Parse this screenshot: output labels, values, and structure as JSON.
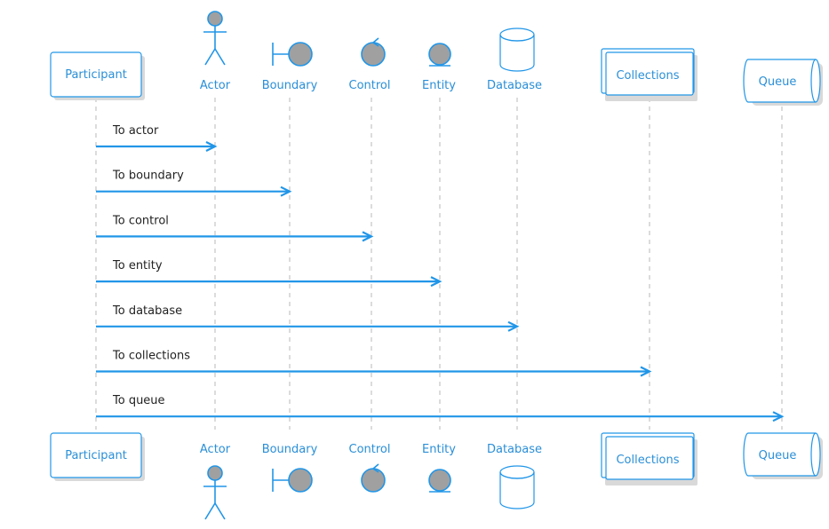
{
  "participants": [
    {
      "id": "participant",
      "label": "Participant",
      "kind": "participant"
    },
    {
      "id": "actor",
      "label": "Actor",
      "kind": "actor"
    },
    {
      "id": "boundary",
      "label": "Boundary",
      "kind": "boundary"
    },
    {
      "id": "control",
      "label": "Control",
      "kind": "control"
    },
    {
      "id": "entity",
      "label": "Entity",
      "kind": "entity"
    },
    {
      "id": "database",
      "label": "Database",
      "kind": "database"
    },
    {
      "id": "collections",
      "label": "Collections",
      "kind": "collections"
    },
    {
      "id": "queue",
      "label": "Queue",
      "kind": "queue"
    }
  ],
  "messages": [
    {
      "from": "participant",
      "to": "actor",
      "label": "To actor"
    },
    {
      "from": "participant",
      "to": "boundary",
      "label": "To boundary"
    },
    {
      "from": "participant",
      "to": "control",
      "label": "To control"
    },
    {
      "from": "participant",
      "to": "entity",
      "label": "To entity"
    },
    {
      "from": "participant",
      "to": "database",
      "label": "To database"
    },
    {
      "from": "participant",
      "to": "collections",
      "label": "To collections"
    },
    {
      "from": "participant",
      "to": "queue",
      "label": "To queue"
    }
  ],
  "colors": {
    "accent": "#2196e8",
    "label": "#2a8fd7",
    "icon_fill": "#a0a0a0",
    "lifeline": "#b8b8b8"
  }
}
